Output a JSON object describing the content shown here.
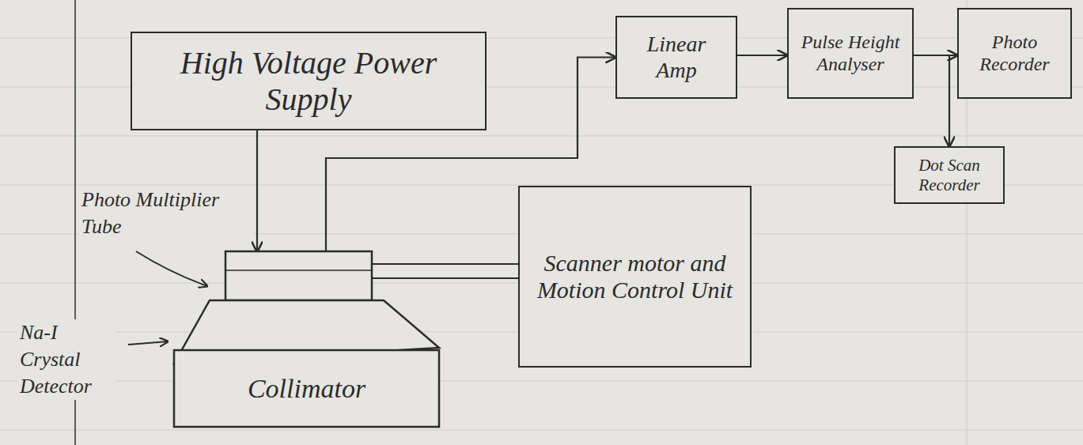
{
  "diagram": {
    "nodes": [
      {
        "text": [
          "High Voltage Power Supply"
        ]
      },
      {
        "text": [
          "Linear Amp"
        ]
      },
      {
        "text": [
          "Pulse Height Analyser"
        ]
      },
      {
        "text": [
          "Photo Recorder"
        ]
      },
      {
        "text": [
          "Dot Scan Recorder"
        ]
      },
      {
        "text": [
          "Scanner motor and Motion Control Unit"
        ]
      },
      {
        "text": [
          "Collimator"
        ]
      }
    ],
    "edges": [
      {
        "from": 0,
        "to": 6,
        "arrow": "to"
      },
      {
        "from": 6,
        "to": 1,
        "arrow": "to"
      },
      {
        "from": 1,
        "to": 2,
        "arrow": "to"
      },
      {
        "from": 2,
        "to": 3,
        "arrow": "to"
      },
      {
        "from": 2,
        "to": 4,
        "arrow": "to"
      },
      {
        "from": 6,
        "to": 5,
        "arrow": "none"
      }
    ],
    "labels": [
      "Photo Multiplier Tube",
      "Na-I Crystal Detector"
    ]
  }
}
